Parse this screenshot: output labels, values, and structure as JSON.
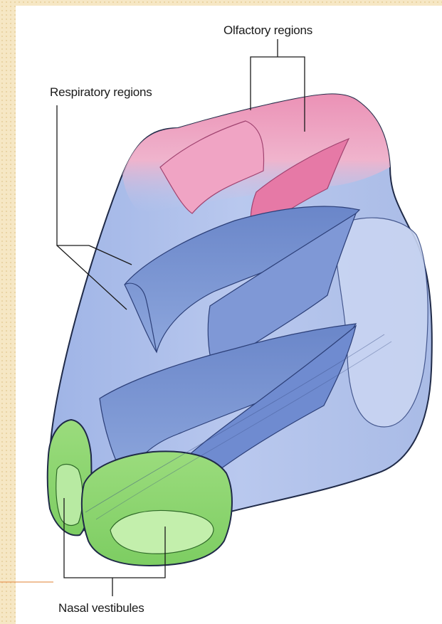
{
  "labels": {
    "olfactory": "Olfactory regions",
    "respiratory": "Respiratory regions",
    "nasal_vestibules": "Nasal vestibules"
  },
  "colors": {
    "slide_background": "#f6e7c4",
    "slide_dots": "#e7cf9a",
    "accent_line": "#e89a5a",
    "respiratory_blue": "#8fa6d9",
    "respiratory_dark": "#5e78be",
    "olfactory_pink": "#e58ab0",
    "vestibule_green": "#86d36e",
    "outline": "#1f2a48"
  }
}
